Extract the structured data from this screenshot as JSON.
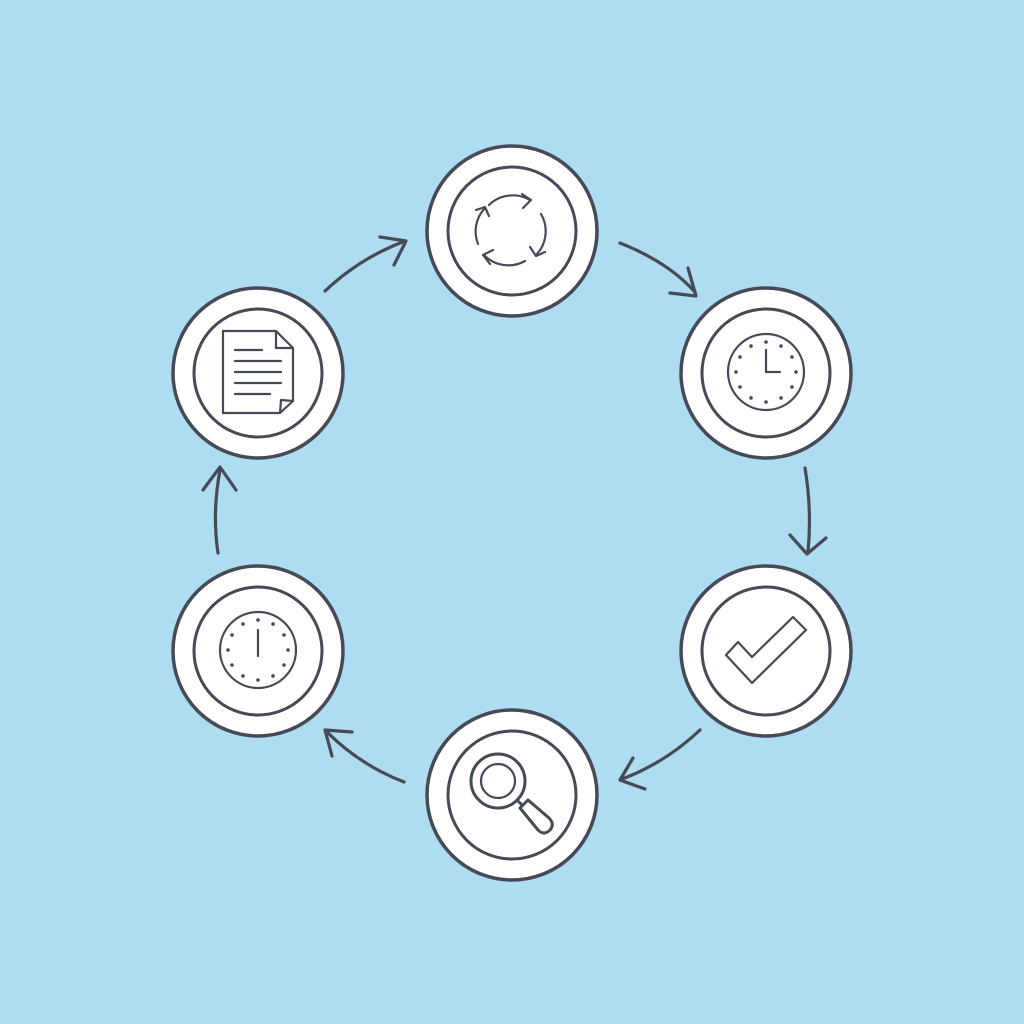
{
  "diagram": {
    "type": "cycle",
    "colors": {
      "background": "#aedcf0",
      "node_fill": "#ffffff",
      "ink": "#464a57"
    },
    "nodes": [
      {
        "id": "refresh",
        "icon": "refresh-cycle-icon"
      },
      {
        "id": "schedule",
        "icon": "clock-icon"
      },
      {
        "id": "approve",
        "icon": "checkmark-icon"
      },
      {
        "id": "search",
        "icon": "magnifier-icon"
      },
      {
        "id": "timer",
        "icon": "stopwatch-icon"
      },
      {
        "id": "document",
        "icon": "document-icon"
      }
    ],
    "edges": [
      {
        "from": "refresh",
        "to": "schedule"
      },
      {
        "from": "schedule",
        "to": "approve"
      },
      {
        "from": "approve",
        "to": "search"
      },
      {
        "from": "search",
        "to": "timer"
      },
      {
        "from": "timer",
        "to": "document"
      },
      {
        "from": "document",
        "to": "refresh"
      }
    ]
  }
}
